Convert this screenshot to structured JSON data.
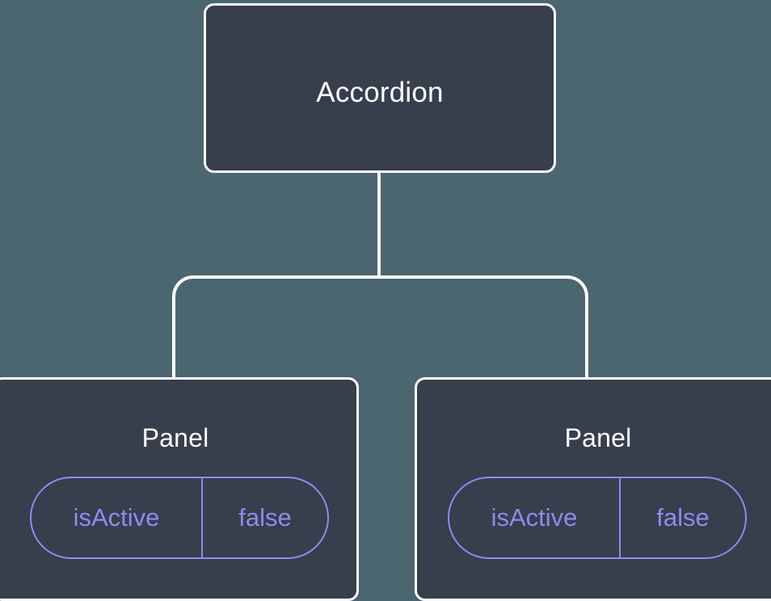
{
  "diagram": {
    "type": "component-tree",
    "background_color": "#4b6670",
    "node_fill_color": "#373e4c",
    "node_border_color": "#ffffff",
    "node_label_color": "#ffffff",
    "prop_accent_color": "#8b8cf0",
    "edge_color": "#ffffff",
    "root": {
      "label": "Accordion"
    },
    "children": [
      {
        "label": "Panel",
        "props": [
          {
            "key": "isActive",
            "value": "false"
          }
        ]
      },
      {
        "label": "Panel",
        "props": [
          {
            "key": "isActive",
            "value": "false"
          }
        ]
      }
    ]
  }
}
